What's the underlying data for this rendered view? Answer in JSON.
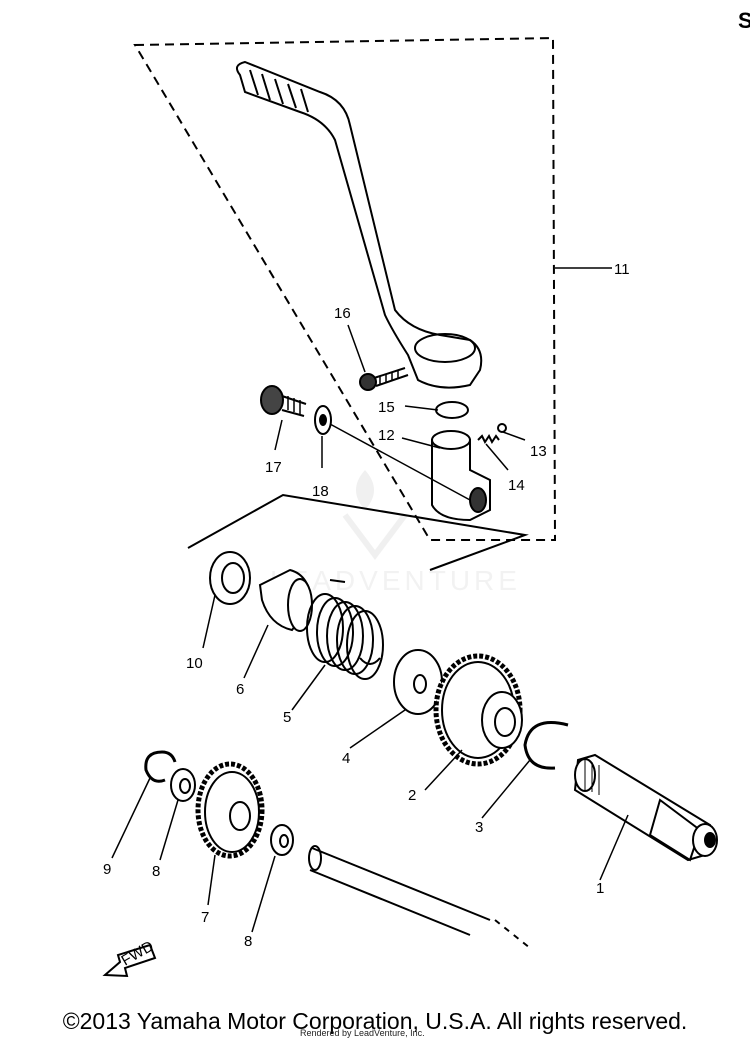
{
  "callouts": {
    "p1": "1",
    "p2": "2",
    "p3": "3",
    "p4": "4",
    "p5": "5",
    "p6": "6",
    "p7": "7",
    "p8a": "8",
    "p8b": "8",
    "p9": "9",
    "p10": "10",
    "p11": "11",
    "p12": "12",
    "p13": "13",
    "p14": "14",
    "p15": "15",
    "p16": "16",
    "p17": "17",
    "p18": "18"
  },
  "direction_badge": "FWD",
  "watermark": "LEADVENTURE",
  "corner_glyph": "S",
  "footer": {
    "copyright": "©2013 Yamaha Motor Corporation, U.S.A. All rights reserved.",
    "rendered_by": "Rendered by LeadVenture, Inc."
  }
}
